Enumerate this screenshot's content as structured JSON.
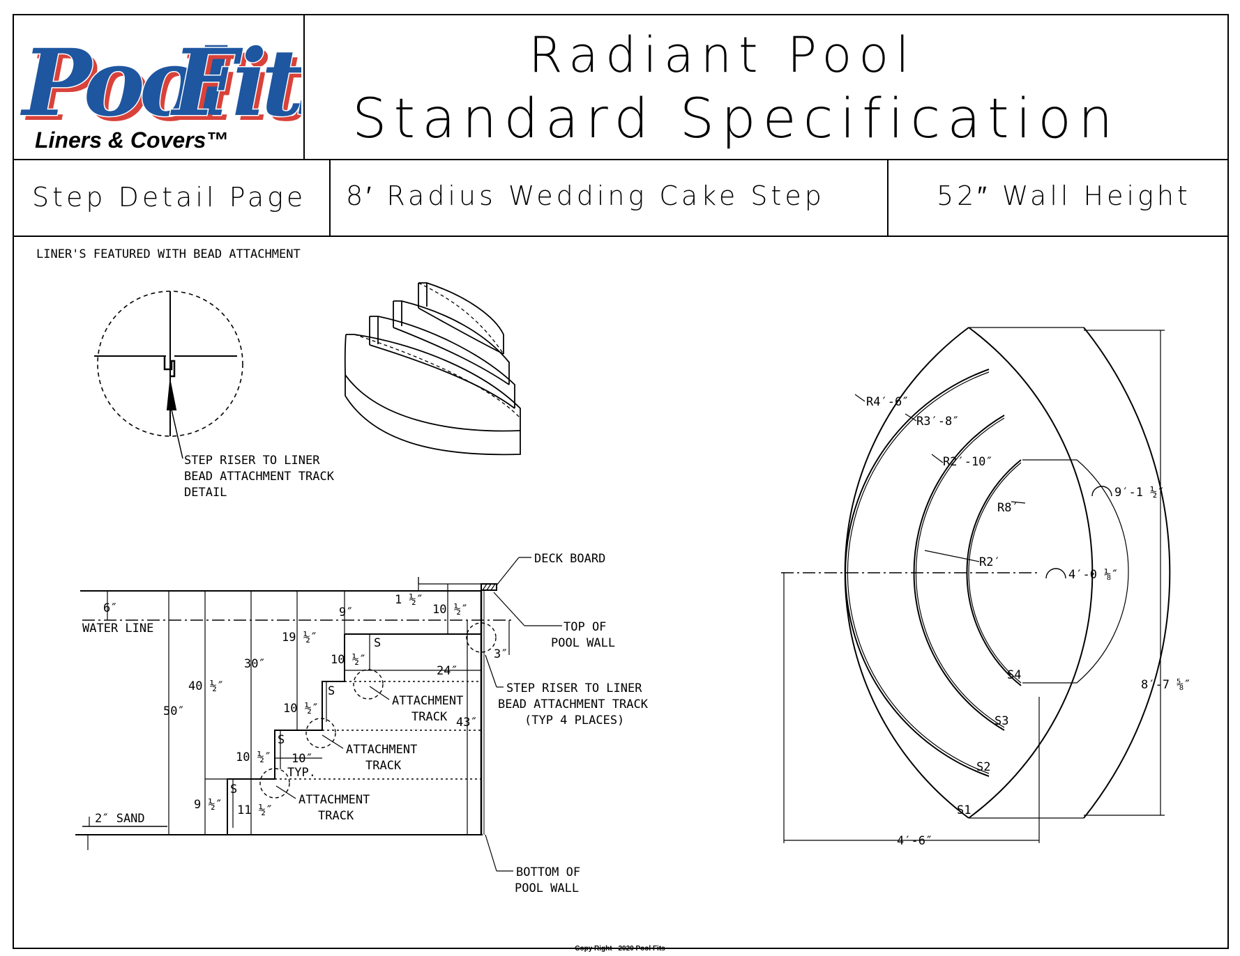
{
  "logo": {
    "brand_line1": "Pool",
    "brand_line2": "Fits",
    "tagline": "Liners & Covers™",
    "brand_color": "#1e56a0",
    "shadow_color": "#d9423a"
  },
  "header": {
    "title_line1": "Radiant Pool",
    "title_line2": "Standard Specification",
    "page_label": "Step Detail Page",
    "step_type": "8′ Radius Wedding Cake Step",
    "wall_height": "52″ Wall Height"
  },
  "notes": {
    "liner_note": "LINER'S FEATURED WITH BEAD ATTACHMENT"
  },
  "detail_circle": {
    "label_line1": "STEP RISER TO LINER",
    "label_line2": "BEAD ATTACHMENT TRACK",
    "label_line3": "DETAIL"
  },
  "section_view": {
    "deck_board": "DECK BOARD",
    "top_wall_1": "TOP OF",
    "top_wall_2": "POOL WALL",
    "water_line": "WATER LINE",
    "sand": "2″ SAND",
    "bottom_wall_1": "BOTTOM OF",
    "bottom_wall_2": "POOL WALL",
    "riser_1": "STEP RISER TO LINER",
    "riser_2": "BEAD ATTACHMENT TRACK",
    "riser_3": "(TYP 4 PLACES)",
    "attach_1": "ATTACHMENT",
    "attach_2": "TRACK",
    "typ": "TYP.",
    "step_marker": "S",
    "dims": {
      "d6": "6″",
      "d9a": "9″",
      "d1half": "1 ½″",
      "d10half_top": "10 ½″",
      "d19half": "19 ½″",
      "d30": "30″",
      "d40half": "40 ½″",
      "d50": "50″",
      "d10half_a": "10 ½″",
      "d10half_b": "10 ½″",
      "d10half_c": "10 ½″",
      "d9half": "9 ½″",
      "d11half": "11 ½″",
      "d24": "24″",
      "d43": "43″",
      "d3": "3″",
      "d10": "10″"
    }
  },
  "plan_view": {
    "r1": "R4′-6″",
    "r2": "R3′-8″",
    "r3": "R2′-10″",
    "r4": "R8′",
    "r5": "R2′",
    "arc1": "9′-1 ½″",
    "arc2": "4′-0 ⅛″",
    "height": "8′-7 ⅝″",
    "width": "4′-6″",
    "s1": "S1",
    "s2": "S2",
    "s3": "S3",
    "s4": "S4"
  },
  "footer": {
    "copyright": "Copy Right - 2020 Pool Fits"
  }
}
